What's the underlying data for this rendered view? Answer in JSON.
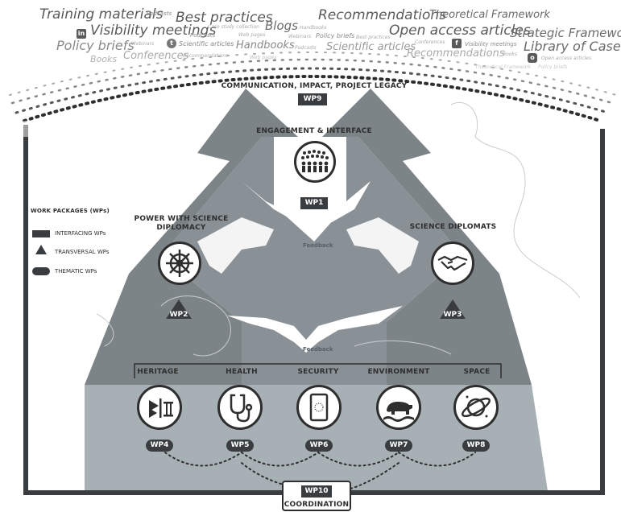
{
  "word_cloud": {
    "training_materials": "Training materials",
    "podcasts_1": "Podcasts",
    "best_practices": "Best practices",
    "recommendations_1": "Recommendations",
    "theoretical_framework": "Theoretical Framework",
    "visibility_meetings_1": "Visibility meetings",
    "case_study_collection": "Case study collection",
    "blogs": "Blogs",
    "handbooks_1": "Handbooks",
    "open_access_articles_1": "Open access articles",
    "strategic_framework": "Strategic Framework",
    "policy_briefs_1": "Policy briefs",
    "webinars_1": "Webinars",
    "podcasts_2": "Podcasts",
    "scientific_articles_1": "Scientific articles",
    "web_pages_1": "Web pages",
    "webinars_2": "Webinars",
    "policy_briefs_2": "Policy briefs",
    "best_practices_2": "Best practices",
    "conferences_1": "Conferences",
    "visibility_meetings_2": "Visibility meetings",
    "library_of_cases": "Library of Cases",
    "books_1": "Books",
    "conferences_2": "Conferences",
    "recommendations_2": "Recommendations",
    "handbooks_2": "Handbooks",
    "podcasts_3": "Podcasts",
    "scientific_articles_2": "Scientific articles",
    "recommendations_3": "Recommendations",
    "books_2": "Books",
    "open_access_articles_2": "Open access articles",
    "web_pages_2": "Web pages",
    "theoretical_framework_2": "Theoretical Framework",
    "policy_briefs_3": "Policy briefs"
  },
  "top": {
    "title": "COMMUNICATION, IMPACT, PROJECT LEGACY",
    "wp9": "WP9"
  },
  "engagement": {
    "title": "ENGAGEMENT & INTERFACE",
    "wp": "WP1"
  },
  "feedback": {
    "upper": "Feedback",
    "lower": "Feedback"
  },
  "power": {
    "title_line1": "POWER WITH SCIENCE",
    "title_line2": "DIPLOMACY",
    "wp": "WP2"
  },
  "diplomats": {
    "title": "SCIENCE DIPLOMATS",
    "wp": "WP3"
  },
  "legend": {
    "title": "WORK PACKAGES (WPs)",
    "interfacing": "INTERFACING WPs",
    "transversal": "TRANSVERSAL WPs",
    "thematic": "THEMATIC WPs"
  },
  "thematic": [
    {
      "label": "HERITAGE",
      "wp": "WP4",
      "icon": "hieroglyph-icon"
    },
    {
      "label": "HEALTH",
      "wp": "WP5",
      "icon": "stethoscope-icon"
    },
    {
      "label": "SECURITY",
      "wp": "WP6",
      "icon": "phone-security-icon"
    },
    {
      "label": "ENVIRONMENT",
      "wp": "WP7",
      "icon": "polar-bear-icon"
    },
    {
      "label": "SPACE",
      "wp": "WP8",
      "icon": "planet-icon"
    }
  ],
  "coordination": {
    "wp": "WP10",
    "label": "COORDINATION"
  },
  "colors": {
    "dark": "#3a3d40",
    "arrow_gray": "#7d8488",
    "lower_band": "#a7b0b5",
    "frame": "#3a3d40"
  }
}
